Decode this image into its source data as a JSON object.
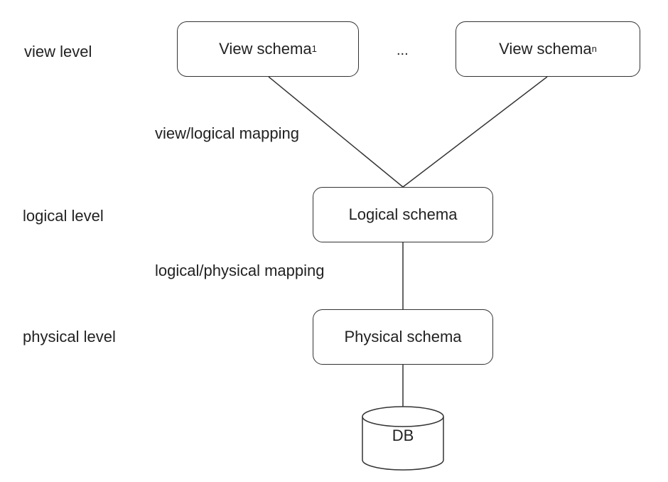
{
  "levels": {
    "view": "view level",
    "logical": "logical level",
    "physical": "physical level"
  },
  "mappings": {
    "view_logical": "view/logical mapping",
    "logical_physical": "logical/physical mapping"
  },
  "nodes": {
    "view_schema_first": {
      "text": "View schema",
      "subscript": "1"
    },
    "ellipsis": "...",
    "view_schema_last": {
      "text": "View schema",
      "subscript": "n"
    },
    "logical_schema": "Logical schema",
    "physical_schema": "Physical schema",
    "database": "DB"
  },
  "style": {
    "stroke_color": "#333333",
    "text_color": "#222222",
    "background": "#ffffff"
  }
}
